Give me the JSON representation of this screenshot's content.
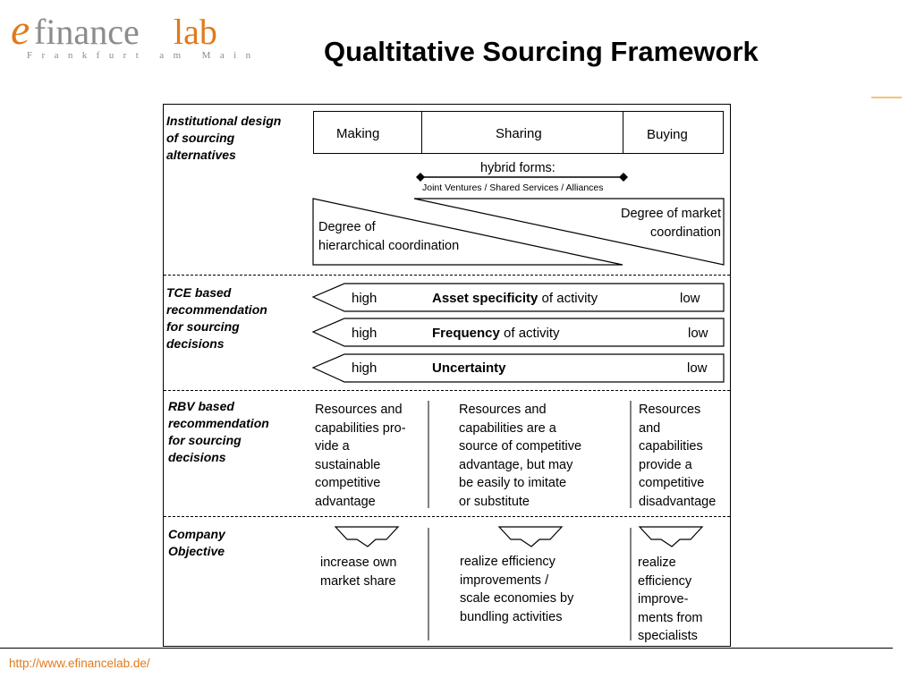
{
  "logo": {
    "e": "e",
    "finance": "finance",
    "lab": "lab",
    "subtitle": "Frankfurt am Main"
  },
  "title": "Qualtitative Sourcing Framework",
  "colors": {
    "accent": "#e07a1c",
    "logo_gray": "#8c8c8c",
    "rule": "#f5c27a"
  },
  "sections": {
    "institutional": {
      "label": [
        "Institutional design",
        "of  sourcing",
        "alternatives"
      ],
      "boxes": {
        "making": "Making",
        "sharing": "Sharing",
        "buying": "Buying"
      },
      "hybrid_label": "hybrid forms:",
      "hybrid_examples": "Joint Ventures / Shared Services / Alliances",
      "hierarchical": [
        "Degree of",
        "hierarchical coordination"
      ],
      "market": [
        "Degree of market",
        "coordination"
      ]
    },
    "tce": {
      "label": [
        "TCE based",
        "recommendation",
        "for sourcing",
        "decisions"
      ],
      "rows": [
        {
          "high": "high",
          "bold": "Asset specificity",
          "rest": " of activity",
          "low": "low"
        },
        {
          "high": "high",
          "bold": "Frequency",
          "rest": " of activity",
          "low": "low"
        },
        {
          "high": "high",
          "bold": "Uncertainty",
          "rest": "",
          "low": "low"
        }
      ]
    },
    "rbv": {
      "label": [
        "RBV based",
        "recommendation",
        "for sourcing",
        "decisions"
      ],
      "columns": [
        [
          "Resources  and",
          "capabilities pro-",
          "vide a",
          "sustainable",
          "competitive",
          "advantage"
        ],
        [
          "Resources and",
          "capabilities are a",
          "source of competitive",
          "advantage, but may",
          "be easily to imitate",
          "or substitute"
        ],
        [
          "Resources",
          "and",
          "capabilities",
          "provide a",
          "competitive",
          "disadvantage"
        ]
      ]
    },
    "objective": {
      "label": [
        "Company",
        "Objective"
      ],
      "columns": [
        [
          "increase own",
          "market share"
        ],
        [
          "realize efficiency",
          "improvements /",
          "scale economies by",
          "bundling activities"
        ],
        [
          "realize",
          "efficiency",
          "improve-",
          "ments from",
          "specialists"
        ]
      ]
    }
  },
  "footer": {
    "url": "http://www.efinancelab.de/"
  }
}
